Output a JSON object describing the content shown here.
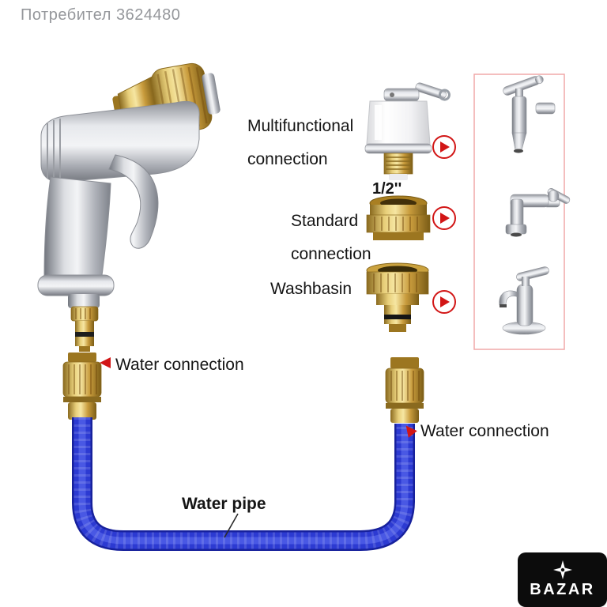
{
  "watermark": "Потребител 3624480",
  "callouts": {
    "multifunctional_line1": "Multifunctional",
    "multifunctional_line2": "connection",
    "standard_size": "1/2''",
    "standard_line1": "Standard",
    "standard_line2": "connection",
    "washbasin": "Washbasin",
    "water_connection_left": "Water connection",
    "water_connection_right": "Water connection",
    "water_pipe": "Water pipe"
  },
  "logo": {
    "text": "BAZAR"
  },
  "icons": {
    "red_arrow": "red-play-arrow-in-circle",
    "pointer_left": "red-triangle-left",
    "pointer_up": "red-triangle-up",
    "compass": "compass-star"
  },
  "colors": {
    "brass": "#c89b3c",
    "silver": "#b9bcc2",
    "hose_blue": "#2c3ad2",
    "arrow_red": "#d21616",
    "panel_border": "#f0a8a8"
  }
}
